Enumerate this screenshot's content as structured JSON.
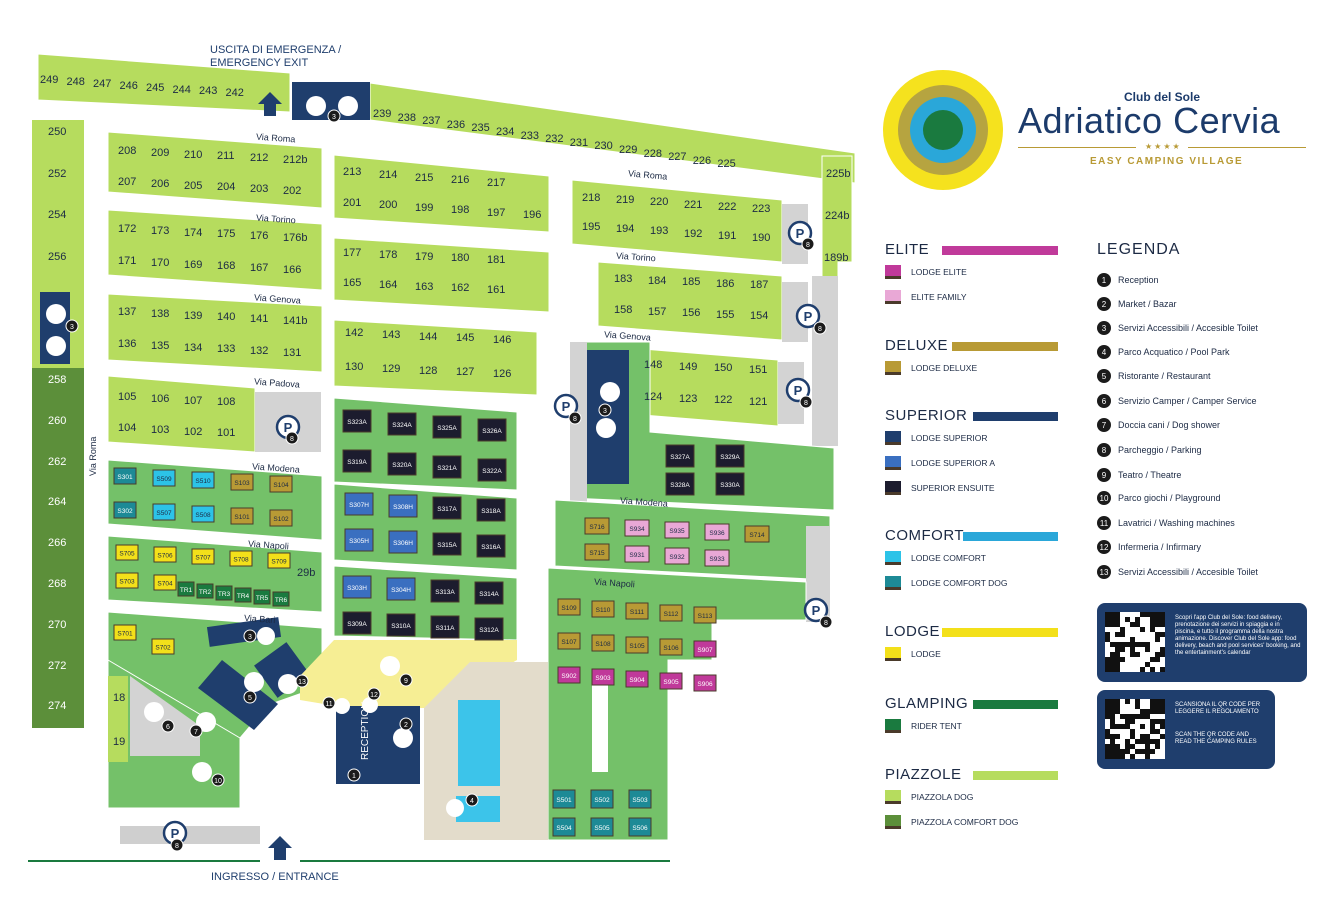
{
  "header": {
    "emergency_exit": "USCITA DI EMERGENZA /\nEMERGENCY EXIT",
    "entrance": "INGRESSO / ENTRANCE"
  },
  "streets": {
    "via_roma": "Via Roma",
    "via_torino": "Via Torino",
    "via_genova": "Via Genova",
    "via_padova": "Via Padova",
    "via_modena": "Via Modena",
    "via_napoli": "Via Napoli",
    "via_bari": "Via Bari"
  },
  "plots": {
    "top_row_left": [
      "249",
      "248",
      "247",
      "246",
      "245",
      "244",
      "243",
      "242"
    ],
    "top_row_right": [
      "239",
      "238",
      "237",
      "236",
      "235",
      "234",
      "233",
      "232",
      "231",
      "230",
      "229",
      "228",
      "227",
      "226",
      "225"
    ],
    "right_column": [
      "225b",
      "224b",
      "189b"
    ],
    "left_column_light": [
      "250",
      "252",
      "254",
      "256"
    ],
    "left_column_dark": [
      "258",
      "260",
      "262",
      "264",
      "266",
      "268",
      "270",
      "272",
      "274"
    ],
    "block_a_row1": [
      "208",
      "209",
      "210",
      "211",
      "212",
      "212b"
    ],
    "block_a_row2": [
      "207",
      "206",
      "205",
      "204",
      "203",
      "202"
    ],
    "block_b_row1": [
      "172",
      "173",
      "174",
      "175",
      "176",
      "176b"
    ],
    "block_b_row2": [
      "171",
      "170",
      "169",
      "168",
      "167",
      "166"
    ],
    "block_c_row1": [
      "137",
      "138",
      "139",
      "140",
      "141",
      "141b"
    ],
    "block_c_row2": [
      "136",
      "135",
      "134",
      "133",
      "132",
      "131"
    ],
    "block_d_row1": [
      "105",
      "106",
      "107",
      "108"
    ],
    "block_d_row2": [
      "104",
      "103",
      "102",
      "101"
    ],
    "block_e_row1": [
      "213",
      "214",
      "215",
      "216",
      "217"
    ],
    "block_e_row2": [
      "201",
      "200",
      "199",
      "198",
      "197",
      "196"
    ],
    "block_f_row1": [
      "177",
      "178",
      "179",
      "180",
      "181"
    ],
    "block_f_row2": [
      "165",
      "164",
      "163",
      "162",
      "161"
    ],
    "block_g_row1": [
      "142",
      "143",
      "144",
      "145",
      "146"
    ],
    "block_g_row2": [
      "130",
      "129",
      "128",
      "127",
      "126"
    ],
    "block_h_row1": [
      "218",
      "219",
      "220",
      "221",
      "222",
      "223"
    ],
    "block_h_row2": [
      "195",
      "194",
      "193",
      "192",
      "191",
      "190"
    ],
    "block_i_row1": [
      "183",
      "184",
      "185",
      "186",
      "187"
    ],
    "block_i_row2": [
      "158",
      "157",
      "156",
      "155",
      "154"
    ],
    "block_j_row1": [
      "148",
      "149",
      "150",
      "151"
    ],
    "block_j_row2": [
      "124",
      "123",
      "122",
      "121"
    ],
    "misc": [
      "29b",
      "18",
      "19"
    ]
  },
  "lodges": {
    "superior_block_1": [
      "S323A",
      "S324A",
      "S325A",
      "S326A",
      "S319A",
      "S320A",
      "S321A",
      "S322A"
    ],
    "superior_block_2": [
      "S307H",
      "S308H",
      "S317A",
      "S318A",
      "S305H",
      "S306H",
      "S315A",
      "S316A"
    ],
    "superior_block_3": [
      "S303H",
      "S304H",
      "S313A",
      "S314A",
      "S309A",
      "S310A",
      "S311A",
      "S312A"
    ],
    "superior_block_4": [
      "S327A",
      "S329A",
      "S328A",
      "S330A"
    ],
    "comfort_small": [
      "S301",
      "S509",
      "S510",
      "S103",
      "S104",
      "S302",
      "S507",
      "S508",
      "S101",
      "S102"
    ],
    "lodge_napoli": [
      "S705",
      "S706",
      "S707",
      "S708",
      "S709",
      "S703",
      "S704"
    ],
    "rider_tents": [
      "TR1",
      "TR2",
      "TR3",
      "TR4",
      "TR5",
      "TR6"
    ],
    "bari_lodges": [
      "S701",
      "S702"
    ],
    "modena_right": [
      "S716",
      "S934",
      "S935",
      "S936",
      "S714",
      "S715",
      "S931",
      "S932",
      "S933"
    ],
    "napoli_right": [
      "S109",
      "S110",
      "S111",
      "S112",
      "S113",
      "S107",
      "S108",
      "S105",
      "S106",
      "S907",
      "S902",
      "S903",
      "S904",
      "S905",
      "S906"
    ],
    "dog_comfort": [
      "S501",
      "S502",
      "S503",
      "S504",
      "S505",
      "S506"
    ]
  },
  "map_labels": {
    "reception": "RECEPTION"
  },
  "logo": {
    "small": "Club del Sole",
    "big": "Adriatico Cervia",
    "stars": "★★★★",
    "tagline": "EASY CAMPING VILLAGE"
  },
  "categories": [
    {
      "title": "ELITE",
      "color": "#c03a9a",
      "items": [
        {
          "label": "LODGE ELITE",
          "color": "#c0399a"
        },
        {
          "label": "ELITE FAMILY",
          "color": "#e9a8d6"
        }
      ]
    },
    {
      "title": "DELUXE",
      "color": "#b89a35",
      "items": [
        {
          "label": "LODGE DELUXE",
          "color": "#b89a35"
        }
      ]
    },
    {
      "title": "SUPERIOR",
      "color": "#1f3e6d",
      "items": [
        {
          "label": "LODGE SUPERIOR",
          "color": "#1f3e6d"
        },
        {
          "label": "LODGE SUPERIOR A",
          "color": "#3a6fc0"
        },
        {
          "label": "SUPERIOR ENSUITE",
          "color": "#1c1c2e"
        }
      ]
    },
    {
      "title": "COMFORT",
      "color": "#2aa7d9",
      "items": [
        {
          "label": "LODGE COMFORT",
          "color": "#2cc3e8"
        },
        {
          "label": "LODGE COMFORT DOG",
          "color": "#1d8a96"
        }
      ]
    },
    {
      "title": "LODGE",
      "color": "#f3e01a",
      "items": [
        {
          "label": "LODGE",
          "color": "#f3e01a"
        }
      ]
    },
    {
      "title": "GLAMPING",
      "color": "#1a7a3f",
      "items": [
        {
          "label": "RIDER TENT",
          "color": "#1a7a3f"
        }
      ]
    },
    {
      "title": "PIAZZOLE",
      "color": "#b6dc5e",
      "items": [
        {
          "label": "PIAZZOLA DOG",
          "color": "#b6dc5e"
        },
        {
          "label": "PIAZZOLA COMFORT DOG",
          "color": "#5c8f3a"
        }
      ]
    }
  ],
  "legend": {
    "title": "LEGENDA",
    "items": [
      {
        "num": "1",
        "label": "Reception"
      },
      {
        "num": "2",
        "label": "Market / Bazar"
      },
      {
        "num": "3",
        "label": "Servizi Accessibili / Accesible Toilet"
      },
      {
        "num": "4",
        "label": "Parco Acquatico / Pool Park"
      },
      {
        "num": "5",
        "label": "Ristorante / Restaurant"
      },
      {
        "num": "6",
        "label": "Servizio Camper / Camper Service"
      },
      {
        "num": "7",
        "label": "Doccia cani / Dog shower"
      },
      {
        "num": "8",
        "label": "Parcheggio / Parking"
      },
      {
        "num": "9",
        "label": "Teatro / Theatre"
      },
      {
        "num": "10",
        "label": "Parco giochi / Playground"
      },
      {
        "num": "11",
        "label": "Lavatrici / Washing machines"
      },
      {
        "num": "12",
        "label": "Infermeria / Infirmary"
      },
      {
        "num": "13",
        "label": "Servizi Accessibili / Accesible Toilet"
      }
    ]
  },
  "qr": {
    "app_text": "Scopri l'app Club del Sole: food delivery, prenotazione dei servizi in spiaggia e in piscina, e tutto il programma della nostra animazione. Discover Club del Sole app: food delivery, beach and pool services' booking, and the entertainment's calendar",
    "rules_text_it": "SCANSIONA IL QR CODE PER LEGGERE IL REGOLAMENTO",
    "rules_text_en": "SCAN THE QR CODE AND READ THE CAMPING RULES"
  },
  "colors": {
    "grass_light": "#b6dc5e",
    "grass_mid": "#74c169",
    "grass_dark": "#5c8f3a",
    "road_grey": "#d3d3d3",
    "navy": "#1f3e6d",
    "pool": "#3cc4ea",
    "sand": "#e3dccb",
    "yellow": "#f6ee94"
  }
}
